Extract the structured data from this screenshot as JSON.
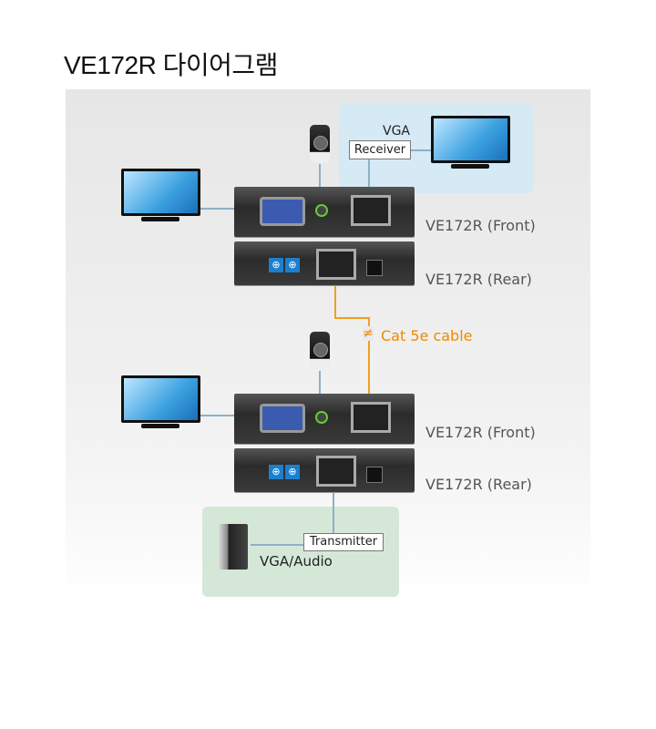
{
  "title": "VE172R 다이어그램",
  "labels": {
    "front": "VE172R (Front)",
    "rear": "VE172R (Rear)",
    "vga": "VGA",
    "receiver": "Receiver",
    "transmitter": "Transmitter",
    "vga_audio": "VGA/Audio",
    "cable": "Cat 5e cable",
    "break_mark": "≠"
  },
  "colors": {
    "cable": "#f08a00",
    "receiver_zone": "#d6eaf6",
    "transmitter_zone": "#d5e8d8"
  }
}
